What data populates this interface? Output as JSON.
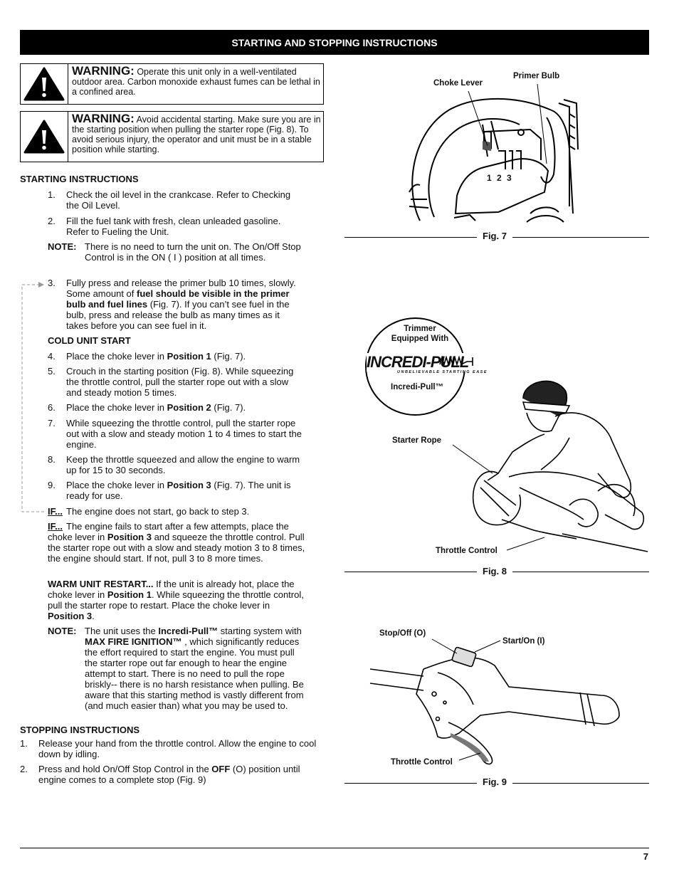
{
  "header": "STARTING AND STOPPING INSTRUCTIONS",
  "warnings": [
    {
      "title": "WARNING:",
      "text": "Operate this unit only in a well-ventilated outdoor area. Carbon monoxide exhaust fumes can be lethal in a confined area."
    },
    {
      "title": "WARNING:",
      "text": "Avoid accidental starting. Make sure you are in the starting position when pulling the starter rope (Fig. 8). To avoid serious injury, the operator and unit must be in a stable position while starting."
    }
  ],
  "starting": {
    "heading": "STARTING INSTRUCTIONS",
    "step1": {
      "num": "1.",
      "text": "Check the oil level in the crankcase.  Refer to Checking the Oil Level."
    },
    "step2": {
      "num": "2.",
      "text": "Fill the fuel tank with fresh, clean unleaded gasoline. Refer to Fueling the Unit."
    },
    "note1": {
      "label": "NOTE:",
      "text": "There is no need to turn the unit on. The On/Off Stop Control is in the ON ( I ) position at all times."
    },
    "step3": {
      "num": "3.",
      "a": "Fully press and release the primer bulb 10 times, slowly. Some amount of ",
      "b": "fuel should be visible in the primer bulb and fuel lines",
      "c": " (Fig. 7). If you can’t see fuel in the bulb, press and release the bulb as many times as it takes before you can see fuel in it."
    },
    "cold_heading": "COLD UNIT START",
    "step4": {
      "num": "4.",
      "a": "Place the choke lever in ",
      "b": "Position 1",
      "c": " (Fig. 7)."
    },
    "step5": {
      "num": "5.",
      "text": "Crouch in the starting position (Fig. 8). While squeezing the throttle control, pull the starter rope out with a slow and steady motion 5 times."
    },
    "step6": {
      "num": "6.",
      "a": "Place the choke lever in ",
      "b": "Position 2",
      "c": " (Fig. 7)."
    },
    "step7": {
      "num": "7.",
      "text": "While squeezing the throttle control, pull the starter rope out with a slow and steady motion 1 to 4 times to start the engine."
    },
    "step8": {
      "num": "8.",
      "text": "Keep the throttle squeezed and allow the engine to warm up for 15 to 30 seconds."
    },
    "step9": {
      "num": "9.",
      "a": "Place the choke lever in ",
      "b": "Position 3",
      "c": " (Fig. 7).  The unit is ready for use."
    },
    "if1": {
      "label": "IF...",
      "text": "The engine does not start, go back to step 3."
    },
    "if2": {
      "label": "IF...",
      "a": "The engine fails to start after a few attempts, place the choke lever in ",
      "b": "Position 3",
      "c": " and squeeze the throttle control. Pull the starter rope out with a slow and steady motion 3 to 8 times, the engine should start. If not, pull 3 to 8 more times."
    },
    "warm": {
      "label": "WARM UNIT RESTART...",
      "a": " If the unit is already hot, place the choke lever in ",
      "b": "Position 1",
      "c": ". While squeezing the throttle control, pull the starter rope to restart. Place the choke lever in ",
      "d": "Position 3",
      "e": "."
    },
    "note2": {
      "label": "NOTE:",
      "a": "The unit uses the ",
      "b": "Incredi-Pull™",
      "c": " starting system with ",
      "d": "MAX FIRE IGNITION™",
      "e": " , which significantly reduces the effort required to start the engine. You must pull the starter rope out far enough to hear the engine attempt to start. There is no need to pull the rope briskly-- there is no harsh resistance when pulling. Be aware that this starting method is vastly different from (and much easier than) what you may be used to."
    }
  },
  "stopping": {
    "heading": "STOPPING INSTRUCTIONS",
    "step1": {
      "num": "1.",
      "text": "Release your hand from the throttle control. Allow the engine to cool down by idling."
    },
    "step2": {
      "num": "2.",
      "a": "Press and hold On/Off Stop Control in the ",
      "b": "OFF",
      "c": " (O) position until engine comes to a complete stop (Fig. 9)"
    }
  },
  "fig7": {
    "label": "Fig. 7",
    "choke": "Choke Lever",
    "primer": "Primer Bulb",
    "positions": "1 2 3"
  },
  "fig8": {
    "label": "Fig. 8",
    "badge_top": "Trimmer Equipped With",
    "badge_brand": "INCREDI-PULL",
    "badge_tagline": "UNBELIEVABLE STARTING EASE",
    "badge_bottom": "Incredi-Pull™",
    "starter_rope": "Starter Rope",
    "throttle": "Throttle Control"
  },
  "fig9": {
    "label": "Fig. 9",
    "stop": "Stop/Off (O)",
    "start": "Start/On (I)",
    "throttle": "Throttle Control"
  },
  "page_number": "7"
}
